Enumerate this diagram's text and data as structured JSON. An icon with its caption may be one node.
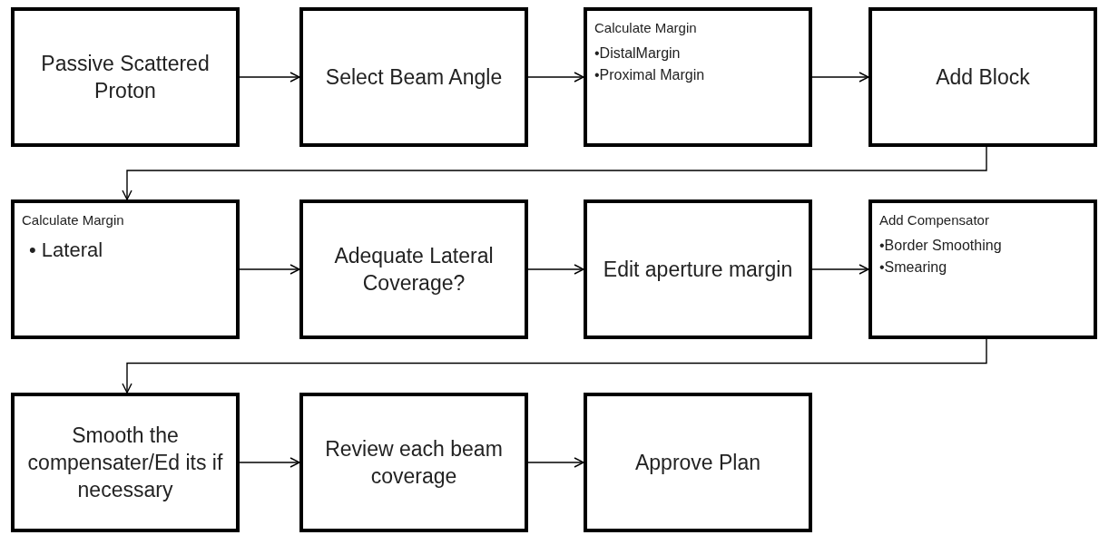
{
  "diagram": {
    "nodes": [
      {
        "text": [
          "Passive Scattered Proton"
        ]
      },
      {
        "text": [
          "Select Beam Angle"
        ]
      },
      {
        "text": [
          "Calculate Margin",
          "•DistalMargin",
          "•Proximal Margin"
        ]
      },
      {
        "text": [
          "Add Block"
        ]
      },
      {
        "text": [
          "Calculate Margin",
          "• Lateral"
        ]
      },
      {
        "text": [
          "Adequate Lateral Coverage?"
        ]
      },
      {
        "text": [
          "Edit aperture margin"
        ]
      },
      {
        "text": [
          "Add Compensator",
          "•Border Smoothing",
          "•Smearing"
        ]
      },
      {
        "text": [
          "Smooth  the compensater/Ed its if necessary"
        ]
      },
      {
        "text": [
          "Review each beam coverage"
        ]
      },
      {
        "text": [
          "Approve Plan"
        ]
      }
    ],
    "edges": [
      {
        "from": 0,
        "to": 1,
        "arrow": "to"
      },
      {
        "from": 1,
        "to": 2,
        "arrow": "to"
      },
      {
        "from": 2,
        "to": 3,
        "arrow": "to"
      },
      {
        "from": 3,
        "to": 4,
        "arrow": "to"
      },
      {
        "from": 4,
        "to": 5,
        "arrow": "to"
      },
      {
        "from": 5,
        "to": 6,
        "arrow": "to"
      },
      {
        "from": 6,
        "to": 7,
        "arrow": "to"
      },
      {
        "from": 7,
        "to": 8,
        "arrow": "to"
      },
      {
        "from": 8,
        "to": 9,
        "arrow": "to"
      },
      {
        "from": 9,
        "to": 10,
        "arrow": "to"
      }
    ]
  }
}
